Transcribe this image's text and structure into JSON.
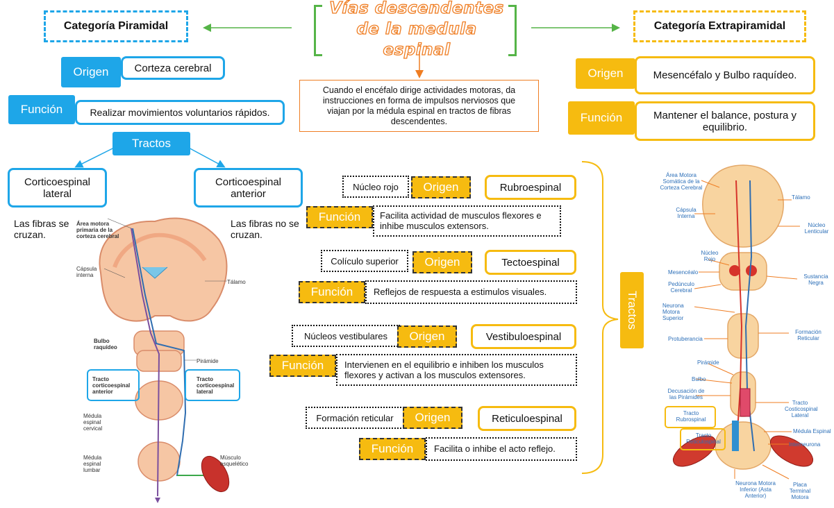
{
  "title": {
    "line1": "Vías descendentes",
    "line2": "de la medula espinal"
  },
  "intro": "Cuando el encéfalo dirige actividades motoras, da instrucciones en forma de impulsos nerviosos que viajan por la médula espinal en tractos de fibras descendentes.",
  "piramidal": {
    "heading": "Categoría Piramidal",
    "origen_tag": "Origen",
    "origen_text": "Corteza cerebral",
    "funcion_tag": "Función",
    "funcion_text": "Realizar movimientos voluntarios rápidos.",
    "tractos_tag": "Tractos",
    "lateral": {
      "name": "Corticoespinal lateral",
      "note": "Las fibras se cruzan."
    },
    "anterior": {
      "name": "Corticoespinal anterior",
      "note": "Las fibras no se cruzan."
    },
    "figure_labels": {
      "area_motora": "Área motora primaria de la corteza cerebral",
      "capsula": "Cápsula interna",
      "talamo": "Tálamo",
      "bulbo": "Bulbo raquídeo",
      "piramide": "Pirámide",
      "tracto_anterior": "Tracto corticoespinal anterior",
      "tracto_lateral": "Tracto corticoespinal lateral",
      "medula_cervical": "Médula espinal cervical",
      "medula_lumbar": "Médula espinal lumbar",
      "musculo": "Músculo esquelético"
    }
  },
  "extrapiramidal": {
    "heading": "Categoría Extrapiramidal",
    "origen_tag": "Origen",
    "origen_text": "Mesencéfalo y Bulbo raquídeo.",
    "funcion_tag": "Función",
    "funcion_text": "Mantener el balance, postura y equilibrio.",
    "tractos_label": "Tractos",
    "tracts": [
      {
        "origin": "Núcleo rojo",
        "origen_tag": "Origen",
        "name": "Rubroespinal",
        "funcion_tag": "Función",
        "funcion": "Facilita actividad de musculos flexores e inhibe musculos extensors."
      },
      {
        "origin": "Colículo superior",
        "origen_tag": "Origen",
        "name": "Tectoespinal",
        "funcion_tag": "Función",
        "funcion": "Reflejos de respuesta a estimulos visuales."
      },
      {
        "origin": "Núcleos vestibulares",
        "origen_tag": "Origen",
        "name": "Vestibuloespinal",
        "funcion_tag": "Función",
        "funcion": "Intervienen en el equilibrio e inhiben los musculos flexores y activan a los musculos extensores."
      },
      {
        "origin": "Formación reticular",
        "origen_tag": "Origen",
        "name": "Reticuloespinal",
        "funcion_tag": "Función",
        "funcion": "Facilita o inhibe el acto reflejo."
      }
    ],
    "figure_labels": {
      "area_motora": "Área Motora Somática de la Corteza Cerebral",
      "talamo": "Tálamo",
      "capsula": "Cápsula Interna",
      "nucleo_lenticular": "Núcleo Lenticular",
      "nucleo_rojo": "Núcleo Rojo",
      "mesencefalo": "Mesencéalo",
      "sustancia_negra": "Sustancia Negra",
      "pedunculo": "Pedúnculo Cerebral",
      "neurona_superior": "Neurona Motora Superior",
      "protuberancia": "Protuberancia",
      "formacion_reticular": "Formación Reticular",
      "piramide": "Pirámide",
      "bulbo": "Bulbo",
      "decusacion": "Decusación de las Pirámides",
      "tracto_costicospinal": "Tracto Costicospinal Lateral",
      "tracto_rubrospinal": "Tracto Rubrospinal",
      "medula_espinal": "Médula Espinal",
      "tracto_reticulospinal": "Tracto Reticulospinal",
      "interneurona": "Interneurona",
      "neurona_inferior": "Neurona Motora Inferior (Asta Anterior)",
      "placa_terminal": "Placa Terminal Motora"
    }
  },
  "colors": {
    "piramidal": "#1ea6e8",
    "extrapiramidal": "#f6bb10",
    "title": "#ef7d22",
    "title_bracket": "#55b447"
  }
}
